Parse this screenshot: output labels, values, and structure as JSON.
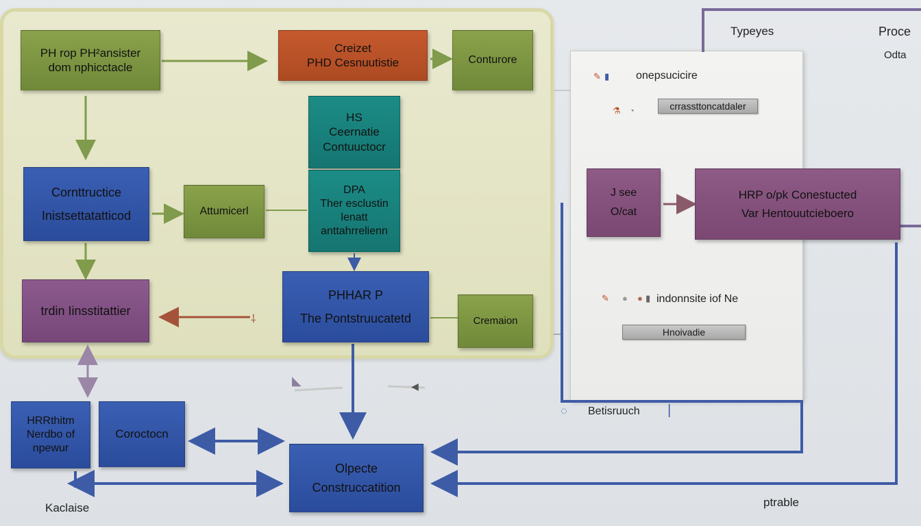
{
  "boxes": {
    "php_top_left": {
      "line1": "PH rop  PH²ansister",
      "line2": "dom nphicctacle"
    },
    "create_php": {
      "line1": "Creizet",
      "line2": "PHD Cesnuutistie"
    },
    "conturore": {
      "line1": "Conturore"
    },
    "his_create": {
      "line1": "HS",
      "line2": "Ceernatie",
      "line3": "Contuuctocr"
    },
    "dpa_theory": {
      "line1": "DPA",
      "line2": "Ther esclustin",
      "line3": "lenatt",
      "line4": "anttahrrelienn"
    },
    "constructice": {
      "line1": "Cornttructice",
      "line2": "Inistsettatatticod"
    },
    "attumicerl": {
      "line1": "Attumicerl"
    },
    "phhar_php": {
      "line1": "PHHAR P",
      "line2": "The  Pontstruucatetd"
    },
    "cremaion": {
      "line1": "Cremaion"
    },
    "drain_institut": {
      "line1": "trdin Iinsstitattier"
    },
    "hpr_nerdbo": {
      "line1": "HRRthitm",
      "line2": "Nerdbo of",
      "line3": "npewur"
    },
    "conoctocn": {
      "line1": "Coroctocn"
    },
    "object_construct": {
      "line1": "Olpecte",
      "line2": "Construccatition"
    },
    "jsee_ocat": {
      "line1": "J see",
      "line2": "O/cat"
    },
    "hrp_constructed": {
      "line1": "HRP o/pk Conestucted",
      "line2": "Var Hentouutcieboero"
    }
  },
  "right_panel": {
    "item1_label": "onepsucicire",
    "chip1_label": "crrassttoncatdaler",
    "item2_label": "indonnsite iof Ne",
    "chip2_label": "Hnoivadie"
  },
  "labels": {
    "typeyes": "Typeyes",
    "proce": "Proce",
    "odta": "Odta",
    "betisruuch": "Betisruuch",
    "kaclaise": "Kaclaise",
    "ptrable": "ptrable"
  },
  "colors": {
    "green": "#7d9642",
    "orange": "#bb5228",
    "teal": "#188380",
    "blue": "#3356a8",
    "purple": "#845283",
    "arrow_blue": "#3e5ba6",
    "arrow_green": "#7f9b4b",
    "arrow_brown": "#a4533a",
    "arrow_lilac": "#9b86a8"
  }
}
